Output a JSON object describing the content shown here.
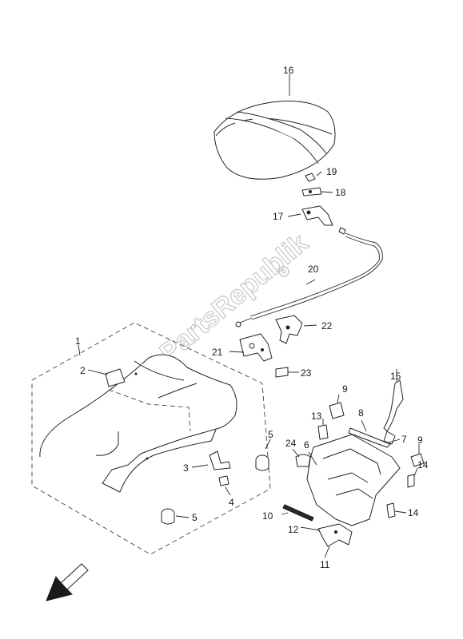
{
  "watermark": "PartsRepublik",
  "callouts": {
    "c1": "1",
    "c2": "2",
    "c3": "3",
    "c4": "4",
    "c5a": "5",
    "c5b": "5",
    "c6": "6",
    "c7": "7",
    "c8": "8",
    "c9a": "9",
    "c9b": "9",
    "c10": "10",
    "c11": "11",
    "c12": "12",
    "c13": "13",
    "c14a": "14",
    "c14b": "14",
    "c15": "15",
    "c16": "16",
    "c17": "17",
    "c18": "18",
    "c19": "19",
    "c20": "20",
    "c21": "21",
    "c22": "22",
    "c23": "23",
    "c24": "24"
  },
  "icons": {
    "front_arrow": "arrow-down-left-icon",
    "gear": "gear-icon"
  }
}
